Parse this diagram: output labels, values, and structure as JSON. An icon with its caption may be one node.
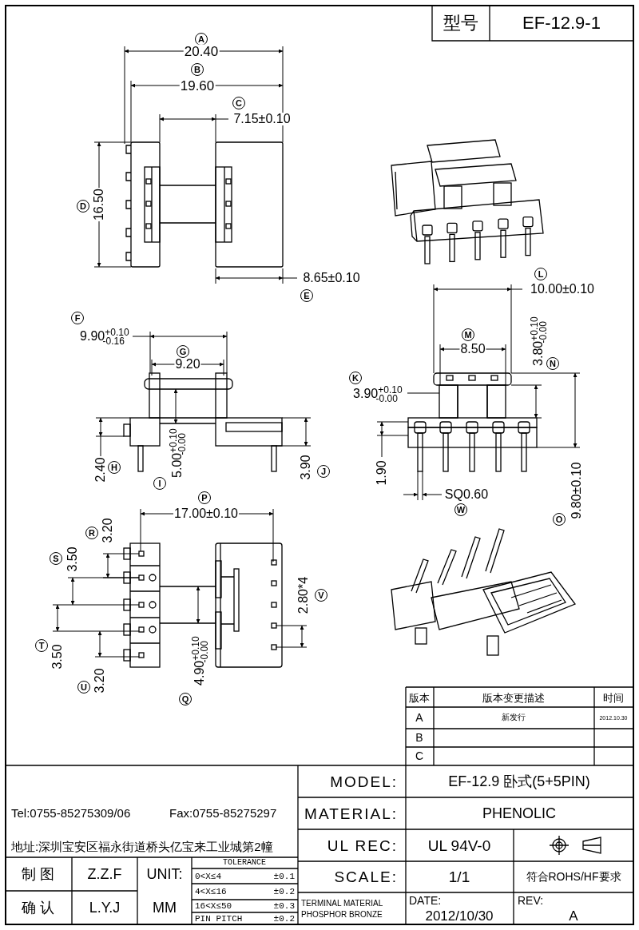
{
  "diagram": {
    "labels": [
      "型号",
      "EF-12.9-1",
      "A",
      "20.40",
      "B",
      "19.60",
      "C",
      "7.15±0.10",
      "D",
      "16.50",
      "8.65±0.10",
      "E",
      "L",
      "10.00±0.10",
      "F",
      "9.90$^{+0.10}$$_{-0.16}$",
      "G",
      "9.20",
      "M",
      "8.50",
      "3.80$^{+0.10}$$_{-0.00}$",
      "N",
      "K",
      "3.90$^{+0.10}$$_{-0.00}$",
      "2.40",
      "H",
      "I",
      "5.00$^{+0.10}$$_{-0.00}$",
      "3.90",
      "J",
      "1.90",
      "SQ0.60",
      "W",
      "O",
      "9.80±0.10",
      "P",
      "17.00±0.10",
      "R",
      "3.20",
      "S",
      "3.50",
      "2.80*4",
      "V",
      "T",
      "3.50",
      "U",
      "3.20",
      "Q",
      "4.90$^{+0.10}$$_{-0.00}$",
      "版本",
      "版本变更描述",
      "时间",
      "A",
      "新发行",
      "2012.10.30",
      "B",
      "C",
      "MODEL:",
      "EF-12.9 卧式(5+5PIN)",
      "Tel:0755-85275309/06",
      "Fax:0755-85275297",
      "MATERIAL:",
      "PHENOLIC",
      "地址:深圳宝安区福永街道桥头亿宝来工业城第2幢",
      "UL REC:",
      "UL 94V-0",
      "TOLERANCE",
      "制 图",
      "Z.Z.F",
      "UNIT:",
      "0<X≤4",
      "±0.1",
      "SCALE:",
      "1/1",
      "符合ROHS/HF要求",
      "4<X≤16",
      "±0.2",
      "DATE:",
      "REV:",
      "确 认",
      "L.Y.J",
      "MM",
      "16<X≤50",
      "±0.3",
      "TERMINAL MATERIAL PHOSPHOR BRONZE",
      "2012/10/30",
      "A",
      "PIN PITCH",
      "±0.2"
    ]
  }
}
